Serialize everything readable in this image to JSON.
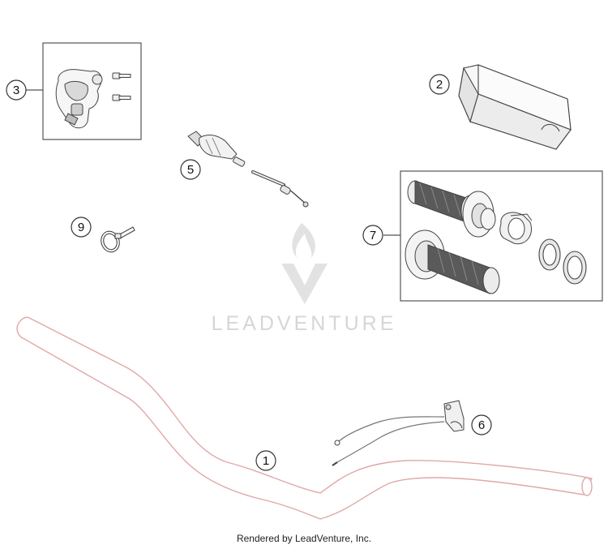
{
  "diagram": {
    "callouts": {
      "c1": "1",
      "c2": "2",
      "c3": "3",
      "c5": "5",
      "c6": "6",
      "c7": "7",
      "c9": "9"
    },
    "watermark_text": "LEADVENTURE",
    "credit": "Rendered by LeadVenture, Inc."
  },
  "colors": {
    "line": "#555555",
    "part_outline": "#e0a8a8",
    "watermark": "#d6d6d6"
  }
}
